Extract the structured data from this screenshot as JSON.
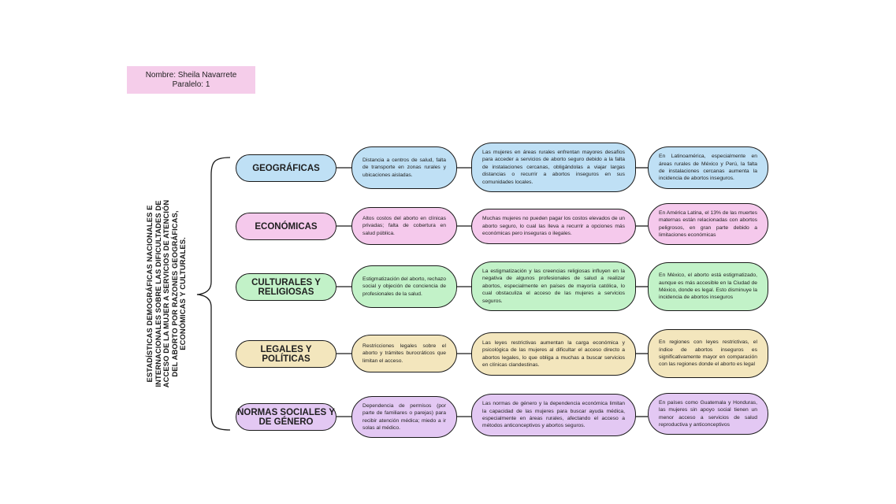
{
  "header": {
    "name_line": "Nombre: Sheila Navarrete",
    "paralelo_line": "Paralelo: 1"
  },
  "main_title": "ESTADÍSTICAS DEMOGRÁFICAS NACIONALES E INTERNACIONALES SOBRE LAS DIFICULTADES DE ACCESO DE LA MUJER A SERVICIOS DE ATENCIÓN DEL ABORTO POR RAZONES GEOGRÁFICAS, ECONÓMICAS Y CULTURALES.",
  "colors": {
    "blue": "#bfe0f5",
    "pink": "#f5c9ec",
    "green": "#c2f2c8",
    "yellow": "#f3e6bd",
    "purple": "#e3c8f3",
    "header_card": "#f5cdea"
  },
  "rows": [
    {
      "category": "GEOGRÁFICAS",
      "col1": "Distancia a centros de salud, falta de transporte en zonas rurales y ubicaciones aisladas.",
      "col2": "Las mujeres en áreas rurales enfrentan mayores desafíos para acceder a servicios de aborto seguro debido a la falta de instalaciones cercanas, obligándolas a viajar largas distancias o recurrir a abortos inseguros en sus comunidades locales.",
      "col3": "En Latinoamérica, especialmente en áreas rurales de México y Perú, la falta de instalaciones cercanas aumenta la incidencia de abortos inseguros."
    },
    {
      "category": "ECONÓMICAS",
      "col1": "Altos costos del aborto en clínicas privadas; falta de cobertura en salud pública.",
      "col2": "Muchas mujeres no pueden pagar los costos elevados de un aborto seguro, lo cual las lleva a recurrir a opciones más económicas pero inseguras o ilegales.",
      "col3": "En América Latina, el 13% de las muertes maternas están relacionadas con abortos peligrosos, en gran parte debido a limitaciones económicas"
    },
    {
      "category": "CULTURALES Y RELIGIOSAS",
      "col1": "Estigmatización del aborto, rechazo social y objeción de conciencia de profesionales de la salud.",
      "col2": "La estigmatización y las creencias religiosas influyen en la negativa de algunos profesionales de salud a realizar abortos, especialmente en países de mayoría católica, lo cual obstaculiza el acceso de las mujeres a servicios seguros.",
      "col3": "En México, el aborto está estigmatizado, aunque es más accesible en la Ciudad de México, donde es legal. Esto disminuye la incidencia de abortos inseguros"
    },
    {
      "category": "LEGALES Y POLÍTICAS",
      "col1": "Restricciones legales sobre el aborto y trámites burocráticos que limitan el acceso.",
      "col2": "Las leyes restrictivas aumentan la carga económica y psicológica de las mujeres al dificultar el acceso directo a abortos legales, lo que obliga a muchas a buscar servicios en clínicas clandestinas.",
      "col3": "En regiones con leyes restrictivas, el índice de abortos inseguros es significativamente mayor en comparación con las regiones donde el aborto es legal"
    },
    {
      "category": "NORMAS SOCIALES Y DE GÉNERO",
      "col1": "Dependencia de permisos (por parte de familiares o parejas) para recibir atención médica; miedo a ir solas al médico.",
      "col2": "Las normas de género y la dependencia económica limitan la capacidad de las mujeres para buscar ayuda médica, especialmente en áreas rurales, afectando el acceso a métodos anticonceptivos y abortos seguros.",
      "col3": "En países como Guatemala y Honduras, las mujeres sin apoyo social tienen un menor acceso a servicios de salud reproductiva y anticonceptivos"
    }
  ]
}
